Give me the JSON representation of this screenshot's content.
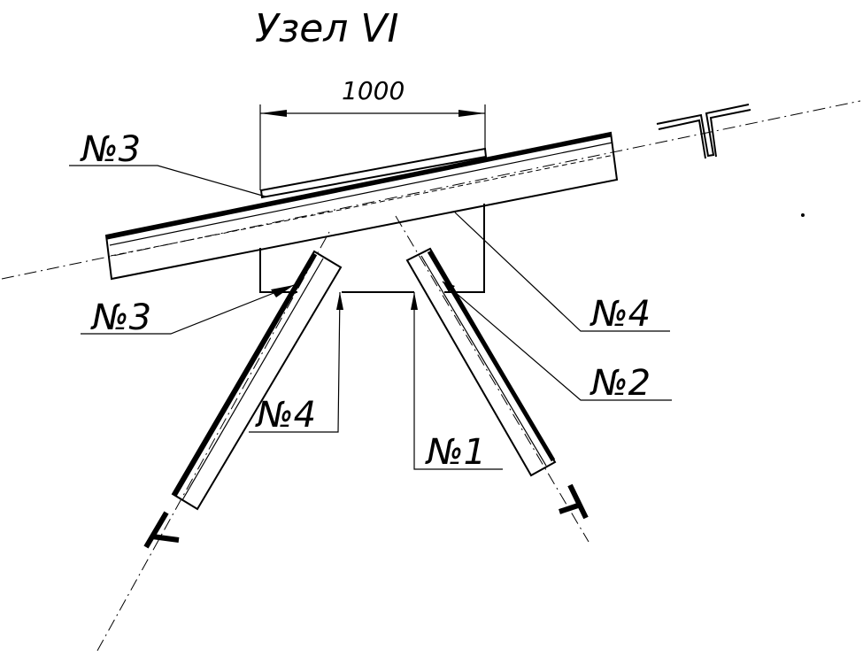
{
  "title": "Узел VI",
  "dimension": "1000",
  "callouts": {
    "top_left": "№3",
    "left": "№3",
    "right_upper": "№4",
    "right_middle": "№2",
    "center_left": "№4",
    "center_right": "№1"
  }
}
